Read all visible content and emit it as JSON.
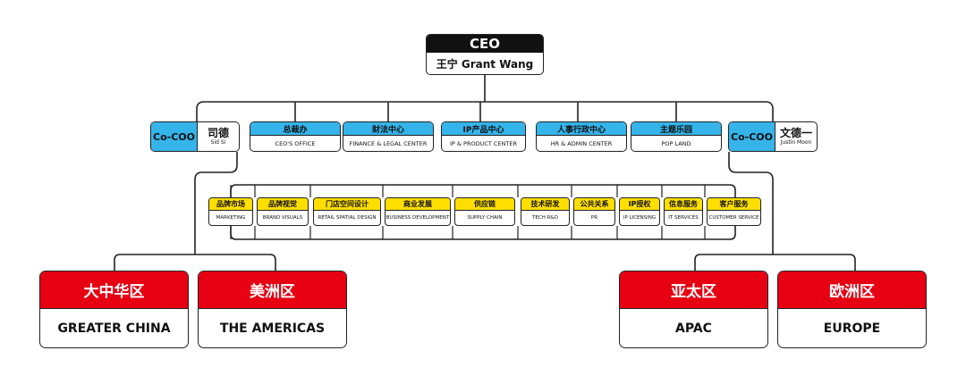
{
  "ceo": {
    "title": "CEO",
    "name": "王宁 Grant Wang"
  },
  "coo_left": {
    "tag": "Co-COO",
    "name_cn": "司德",
    "name_en": "Sid Si"
  },
  "coo_right": {
    "tag": "Co-COO",
    "name_cn": "文德一",
    "name_en": "Justin Moon"
  },
  "departments": [
    {
      "cn": "总裁办",
      "en": "CEO'S OFFICE"
    },
    {
      "cn": "财法中心",
      "en": "FINANCE & LEGAL CENTER"
    },
    {
      "cn": "IP产品中心",
      "en": "IP & PRODUCT CENTER"
    },
    {
      "cn": "人事行政中心",
      "en": "HR & ADMIN CENTER"
    },
    {
      "cn": "主题乐园",
      "en": "POP LAND"
    }
  ],
  "functions": [
    {
      "cn": "品牌市场",
      "en": "MARKETING"
    },
    {
      "cn": "品牌视觉",
      "en": "BRAND VISUALS"
    },
    {
      "cn": "门店空间设计",
      "en": "RETAIL SPATIAL DESIGN"
    },
    {
      "cn": "商业发展",
      "en": "BUSINESS DEVELOPMENT"
    },
    {
      "cn": "供应链",
      "en": "SUPPLY CHAIN"
    },
    {
      "cn": "技术研发",
      "en": "TECH R&D"
    },
    {
      "cn": "公共关系",
      "en": "PR"
    },
    {
      "cn": "IP授权",
      "en": "IP LICENSING"
    },
    {
      "cn": "信息服务",
      "en": "IT SERVICES"
    },
    {
      "cn": "客户服务",
      "en": "CUSTOMER SERVICE"
    }
  ],
  "regions": [
    {
      "cn": "大中华区",
      "en": "GREATER CHINA"
    },
    {
      "cn": "美洲区",
      "en": "THE AMERICAS"
    },
    {
      "cn": "亚太区",
      "en": "APAC"
    },
    {
      "cn": "欧洲区",
      "en": "EUROPE"
    }
  ],
  "colors": {
    "black": "#111111",
    "blue": "#35b4ea",
    "yellow": "#ffdf00",
    "red": "#e60012"
  }
}
